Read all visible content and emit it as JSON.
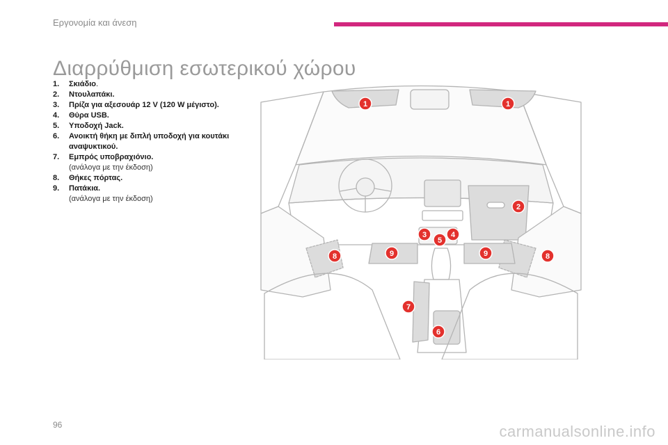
{
  "header": {
    "chapter": "Εργονομία και άνεση"
  },
  "page": {
    "title": "Διαρρύθμιση εσωτερικού χώρου",
    "number": "96"
  },
  "legend": [
    {
      "num": "1.",
      "label": "Σκιάδιο",
      "suffix": ".",
      "note": ""
    },
    {
      "num": "2.",
      "label": "Ντουλαπάκι.",
      "suffix": "",
      "note": ""
    },
    {
      "num": "3.",
      "label": "Πρίζα για αξεσουάρ 12 V (120 W μέγιστο).",
      "suffix": "",
      "note": ""
    },
    {
      "num": "4.",
      "label": "Θύρα USB.",
      "suffix": "",
      "note": ""
    },
    {
      "num": "5.",
      "label": "Υποδοχή Jack.",
      "suffix": "",
      "note": ""
    },
    {
      "num": "6.",
      "label": "Ανοικτή θήκη με διπλή υποδοχή για κουτάκι αναψυκτικού.",
      "suffix": "",
      "note": ""
    },
    {
      "num": "7.",
      "label": "Εμπρός υποβραχιόνιο.",
      "suffix": "",
      "note": "(ανάλογα με την έκδοση)"
    },
    {
      "num": "8.",
      "label": "Θήκες πόρτας.",
      "suffix": "",
      "note": ""
    },
    {
      "num": "9.",
      "label": "Πατάκια.",
      "suffix": "",
      "note": "(ανάλογα με την έκδοση)"
    }
  ],
  "callouts": {
    "sun_visor_left": "1",
    "sun_visor_right": "1",
    "glovebox": "2",
    "socket_12v": "3",
    "usb_port": "4",
    "jack_socket": "5",
    "cup_holder": "6",
    "armrest": "7",
    "door_bin_left": "8",
    "door_bin_right": "8",
    "floor_mat_left": "9",
    "floor_mat_right": "9"
  },
  "colors": {
    "accent": "#d2277e",
    "callout": "#e3312d",
    "line": "#b4b4b4",
    "fill": "#dcdcdc"
  },
  "watermark": "carmanualsonline.info"
}
